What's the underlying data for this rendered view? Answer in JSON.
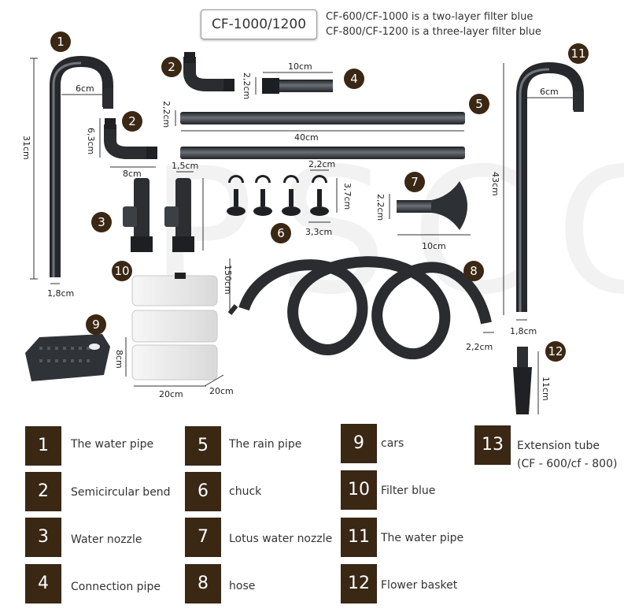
{
  "header": {
    "model": "CF-1000/1200",
    "note_1": "CF-600/CF-1000 is a two-layer filter blue",
    "note_2": "CF-800/CF-1200 is a three-layer filter blue"
  },
  "dimensions": {
    "pipe1_width": "6cm",
    "pipe1_height": "31cm",
    "pipe1_diameter": "1,8cm",
    "bend_height": "6,3cm",
    "bend_width": "8cm",
    "bend_small_height": "2,2cm",
    "connection_length": "10cm",
    "rain_diameter": "2,2cm",
    "rain_length": "40cm",
    "nozzle_width": "1,5cm",
    "chuck_width": "2,2cm",
    "chuck_height": "3,7cm",
    "chuck_base": "3,3cm",
    "lotus_height": "2,2cm",
    "lotus_length": "10cm",
    "hose_length": "150cm",
    "hose_diameter": "2,2cm",
    "filter_height": "8cm",
    "filter_width": "20cm",
    "filter_depth": "20cm",
    "pipe11_width": "6cm",
    "pipe11_height": "43cm",
    "pipe11_diameter": "1,8cm",
    "basket_height": "11cm"
  },
  "badges": [
    "1",
    "2",
    "2",
    "3",
    "4",
    "5",
    "6",
    "7",
    "8",
    "9",
    "10",
    "11",
    "12"
  ],
  "legend": [
    {
      "num": "1",
      "label": "The water pipe"
    },
    {
      "num": "2",
      "label": "Semicircular bend"
    },
    {
      "num": "3",
      "label": "Water nozzle"
    },
    {
      "num": "4",
      "label": "Connection pipe"
    },
    {
      "num": "5",
      "label": "The rain pipe"
    },
    {
      "num": "6",
      "label": "chuck"
    },
    {
      "num": "7",
      "label": "Lotus water nozzle"
    },
    {
      "num": "8",
      "label": "hose"
    },
    {
      "num": "9",
      "label": "cars"
    },
    {
      "num": "10",
      "label": "Filter blue"
    },
    {
      "num": "11",
      "label": "The water pipe"
    },
    {
      "num": "12",
      "label": "Flower basket"
    },
    {
      "num": "13",
      "label": "Extension tube"
    }
  ],
  "legend_extra": "(CF - 600/cf - 800)",
  "colors": {
    "badge": "#3a2714",
    "pipe": "#3d4045",
    "filter": "#ececec"
  }
}
